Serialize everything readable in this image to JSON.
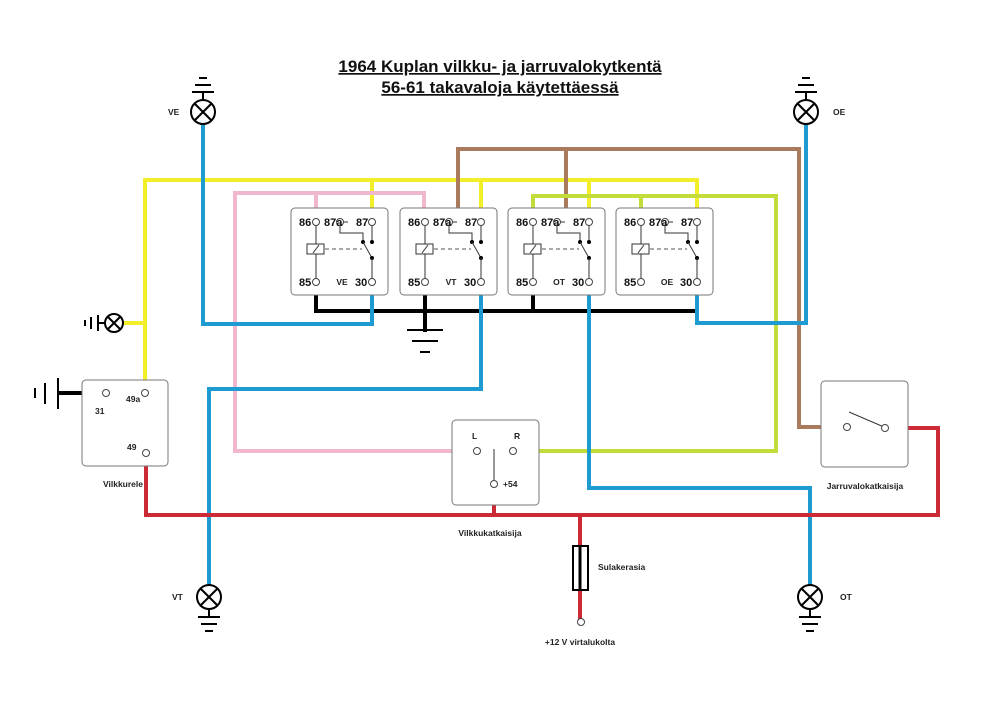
{
  "title": {
    "line1": "1964 Kuplan vilkku- ja jarruvalokytkentä",
    "line2": "56-61 takavaloja käytettäessä"
  },
  "colors": {
    "yellow": "#f3ee2a",
    "pink": "#f0b7cf",
    "brown": "#a97a5c",
    "lime": "#c3dc3a",
    "blue": "#1e9bd1",
    "red": "#cc2a36",
    "black": "#000000"
  },
  "lamps": {
    "ve": "VE",
    "oe": "OE",
    "vt": "VT",
    "ot": "OT"
  },
  "relays": [
    {
      "name": "VE",
      "pins": {
        "p86": "86",
        "p87a": "87a",
        "p87": "87",
        "p85": "85",
        "p30": "30"
      }
    },
    {
      "name": "VT",
      "pins": {
        "p86": "86",
        "p87a": "87a",
        "p87": "87",
        "p85": "85",
        "p30": "30"
      }
    },
    {
      "name": "OT",
      "pins": {
        "p86": "86",
        "p87a": "87a",
        "p87": "87",
        "p85": "85",
        "p30": "30"
      }
    },
    {
      "name": "OE",
      "pins": {
        "p86": "86",
        "p87a": "87a",
        "p87": "87",
        "p85": "85",
        "p30": "30"
      }
    }
  ],
  "flasher": {
    "label": "Vilkkurele",
    "pin31": "31",
    "pin49a": "49a",
    "pin49": "49"
  },
  "turn_switch": {
    "label": "Vilkkukatkaisija",
    "pinL": "L",
    "pinR": "R",
    "pin54": "+54"
  },
  "brake_switch": {
    "label": "Jarruvalokatkaisija"
  },
  "fuse": {
    "label": "Sulakerasia"
  },
  "supply": {
    "label": "+12 V virtalukolta"
  }
}
